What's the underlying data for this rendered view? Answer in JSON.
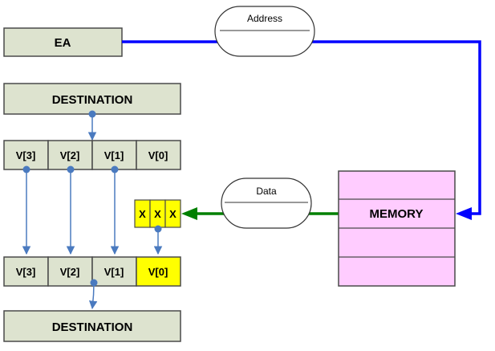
{
  "ea": {
    "label": "EA"
  },
  "address_bus": {
    "label": "Address"
  },
  "data_bus": {
    "label": "Data"
  },
  "memory": {
    "label": "MEMORY"
  },
  "destination_top": {
    "label": "DESTINATION"
  },
  "destination_bottom": {
    "label": "DESTINATION"
  },
  "source_vector": {
    "cells": [
      "V[3]",
      "V[2]",
      "V[1]",
      "V[0]"
    ]
  },
  "result_vector": {
    "cells": [
      "V[3]",
      "V[2]",
      "V[1]",
      "V[0]"
    ]
  },
  "loaded_bytes": {
    "cells": [
      "X",
      "X",
      "X"
    ]
  },
  "colors": {
    "box_fill": "#dde3cf",
    "box_stroke": "#4a4a4a",
    "memory_fill": "#ffccff",
    "highlight_fill": "#ffff00",
    "address_line": "#0000ff",
    "data_line": "#008000",
    "connector": "#4a7abf"
  }
}
